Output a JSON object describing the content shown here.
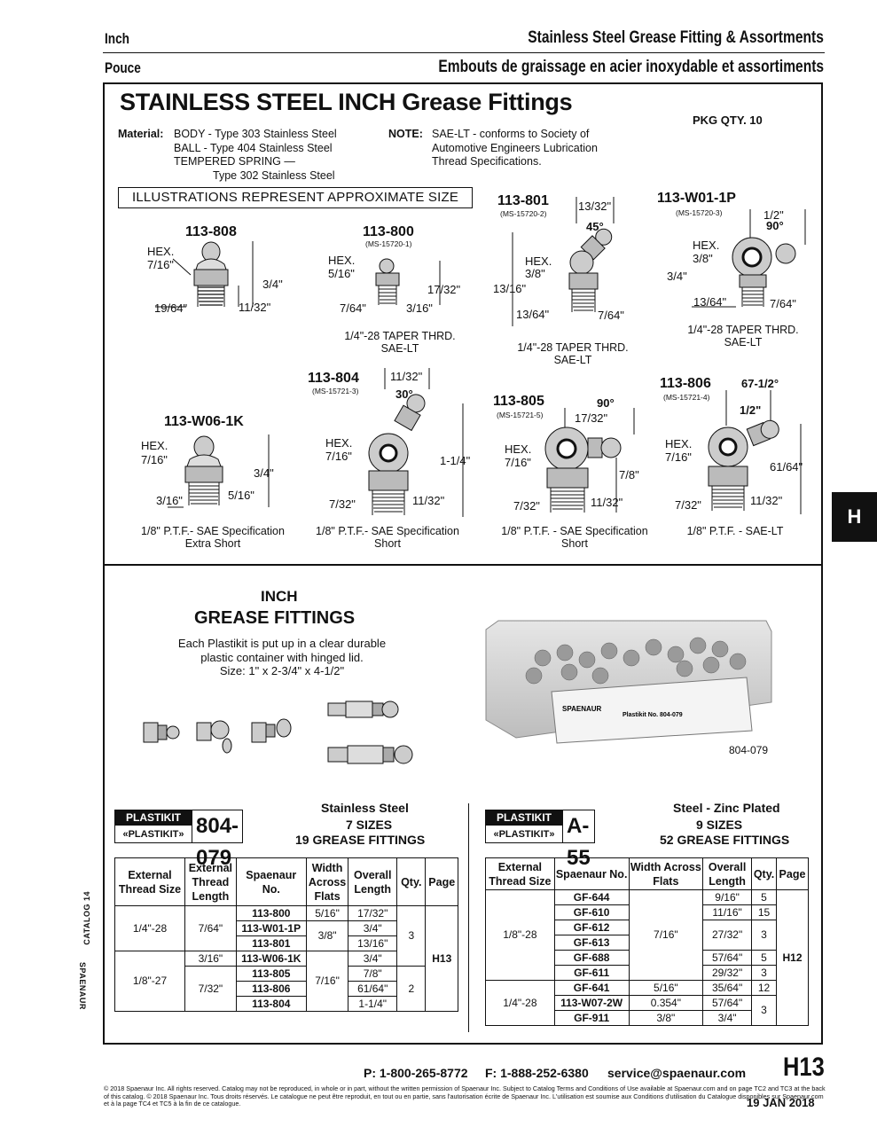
{
  "header": {
    "left_en": "Inch",
    "left_fr": "Pouce",
    "right_en": "Stainless Steel Grease Fitting & Assortments",
    "right_fr": "Embouts de graissage en acier inoxydable et assortiments"
  },
  "top": {
    "title": "STAINLESS STEEL INCH Grease Fittings",
    "pkg_qty": "PKG QTY. 10",
    "material_label": "Material:",
    "material_lines": [
      "BODY  - Type 303 Stainless Steel",
      "BALL  - Type 404 Stainless Steel",
      "TEMPERED SPRING —",
      "Type 302 Stainless Steel"
    ],
    "note_label": "NOTE:",
    "note_lines": [
      "SAE-LT - conforms to Society of",
      "Automotive Engineers Lubrication",
      "Thread Specifications."
    ],
    "illustrations_banner": "ILLUSTRATIONS REPRESENT APPROXIMATE SIZE"
  },
  "fittings": {
    "f808": {
      "pn": "113-808",
      "hex": "HEX.",
      "hexsize": "7/16\"",
      "d1": "3/4\"",
      "d2": "19/64\"",
      "d3": "11/32\""
    },
    "f800": {
      "pn": "113-800",
      "ms": "(MS-15720-1)",
      "hex": "HEX.",
      "hexsize": "5/16\"",
      "d1": "17/32\"",
      "d2": "7/64\"",
      "d3": "3/16\"",
      "cap1": "1/4\"-28 TAPER THRD.",
      "cap2": "SAE-LT"
    },
    "f801": {
      "pn": "113-801",
      "ms": "(MS-15720-2)",
      "top": "13/32\"",
      "ang": "45°",
      "hex": "HEX.",
      "hexsize": "3/8\"",
      "d1": "13/16\"",
      "d2": "13/64\"",
      "d3": "7/64\"",
      "cap1": "1/4\"-28 TAPER THRD.",
      "cap2": "SAE-LT"
    },
    "fw01": {
      "pn": "113-W01-1P",
      "ms": "(MS-15720-3)",
      "top": "1/2\"",
      "ang": "90°",
      "hex": "HEX.",
      "hexsize": "3/8\"",
      "d1": "3/4\"",
      "d2": "13/64\"",
      "d3": "7/64\"",
      "cap1": "1/4\"-28 TAPER THRD.",
      "cap2": "SAE-LT"
    },
    "fw06": {
      "pn": "113-W06-1K",
      "hex": "HEX.",
      "hexsize": "7/16\"",
      "d1": "3/4\"",
      "d2": "3/16\"",
      "d3": "5/16\"",
      "cap1": "1/8\" P.T.F.- SAE Specification",
      "cap2": "Extra Short"
    },
    "f804": {
      "pn": "113-804",
      "ms": "(MS-15721-3)",
      "top": "11/32\"",
      "ang": "30°",
      "hex": "HEX.",
      "hexsize": "7/16\"",
      "d1": "1-1/4\"",
      "d2": "7/32\"",
      "d3": "11/32\"",
      "cap1": "1/8\" P.T.F.- SAE Specification",
      "cap2": "Short"
    },
    "f805": {
      "pn": "113-805",
      "ms": "(MS-15721-5)",
      "ang": "90°",
      "top": "17/32\"",
      "hex": "HEX.",
      "hexsize": "7/16\"",
      "d1": "7/8\"",
      "d2": "7/32\"",
      "d3": "11/32\"",
      "cap1": "1/8\" P.T.F. - SAE Specification",
      "cap2": "Short"
    },
    "f806": {
      "pn": "113-806",
      "ms": "(MS-15721-4)",
      "ang": "67-1/2°",
      "top": "1/2\"",
      "hex": "HEX.",
      "hexsize": "7/16\"",
      "d1": "61/64\"",
      "d2": "7/32\"",
      "d3": "11/32\"",
      "cap1": "1/8\" P.T.F. - SAE-LT"
    }
  },
  "bottom": {
    "h1": "INCH",
    "h2": "GREASE FITTINGS",
    "desc": [
      "Each Plastikit is put up in a clear durable",
      "plastic container with hinged lid.",
      "Size: 1\" x 2-3/4\" x 4-1/2\""
    ],
    "photo_caption": "804-079",
    "box_brand": "SPAENAUR",
    "box_kit": "Plastikit No. 804-079"
  },
  "kit1": {
    "lbl_en": "PLASTIKIT",
    "lbl_fr": "«PLASTIKIT»",
    "num": "804-079",
    "material": "Stainless Steel",
    "sizes": "7 SIZES",
    "count": "19 GREASE FITTINGS",
    "headers": [
      "External Thread Size",
      "External Thread Length",
      "Spaenaur No.",
      "Width Across Flats",
      "Overall Length",
      "Qty.",
      "Page"
    ],
    "thread": [
      "1/4\"-28",
      "1/8\"-27"
    ],
    "length": [
      "7/64\"",
      "3/16\"",
      "7/32\""
    ],
    "pn": [
      "113-800",
      "113-W01-1P",
      "113-801",
      "113-W06-1K",
      "113-805",
      "113-806",
      "113-804"
    ],
    "width": [
      "5/16\"",
      "3/8\"",
      "7/16\""
    ],
    "overall": [
      "17/32\"",
      "3/4\"",
      "13/16\"",
      "3/4\"",
      "7/8\"",
      "61/64\"",
      "1-1/4\""
    ],
    "qty": [
      "3",
      "2"
    ],
    "page": "H13"
  },
  "kit2": {
    "lbl_en": "PLASTIKIT",
    "lbl_fr": "«PLASTIKIT»",
    "num": "A-55",
    "material": "Steel - Zinc Plated",
    "sizes": "9 SIZES",
    "count": "52 GREASE FITTINGS",
    "headers": [
      "External Thread Size",
      "Spaenaur No.",
      "Width Across Flats",
      "Overall Length",
      "Qty.",
      "Page"
    ],
    "thread": [
      "1/8\"-28",
      "1/4\"-28"
    ],
    "pn": [
      "GF-644",
      "GF-610",
      "GF-612",
      "GF-613",
      "GF-688",
      "GF-611",
      "GF-641",
      "113-W07-2W",
      "GF-911"
    ],
    "width": [
      "7/16\"",
      "5/16\"",
      "0.354\"",
      "3/8\""
    ],
    "overall": [
      "9/16\"",
      "11/16\"",
      "27/32\"",
      "57/64\"",
      "29/32\"",
      "35/64\"",
      "57/64\"",
      "3/4\""
    ],
    "qty": [
      "5",
      "15",
      "3",
      "5",
      "3",
      "12",
      "3"
    ],
    "page": "H12"
  },
  "side": {
    "tab": "H",
    "catalog": "CATALOG 14",
    "brand": "SPAENAUR"
  },
  "footer": {
    "phone": "P: 1-800-265-8772",
    "fax": "F: 1-888-252-6380",
    "email": "service@spaenaur.com",
    "page": "H13",
    "legal": "© 2018 Spaenaur Inc. All rights reserved. Catalog may not be reproduced, in whole or in part, without the written permission of Spaenaur Inc. Subject to Catalog Terms and Conditions of Use available at Spaenaur.com and on page TC2 and TC3 at the back of this catalog. © 2018 Spaenaur Inc. Tous droits réservés. Le catalogue ne peut être reproduit, en tout ou en partie, sans l'autorisation écrite de Spaenaur Inc. L'utilisation est soumise aux Conditions d'utilisation du Catalogue disponibles sur Spaenaur.com et à la page TC4 et TC5 à la fin de ce catalogue.",
    "date": "19 JAN 2018"
  }
}
